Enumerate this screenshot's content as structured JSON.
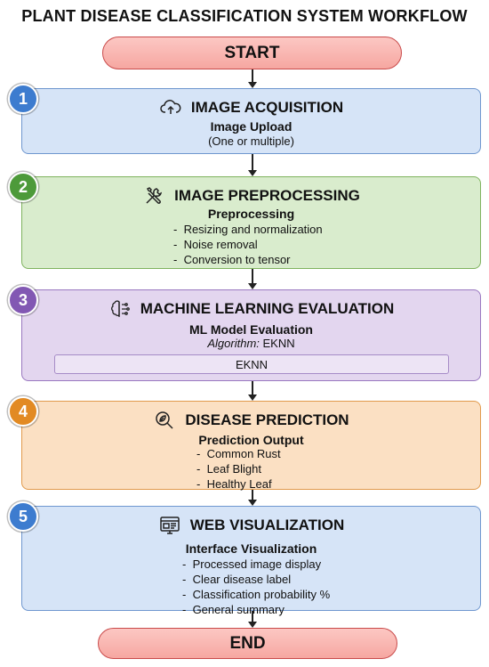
{
  "title": "PLANT DISEASE CLASSIFICATION SYSTEM WORKFLOW",
  "start": "START",
  "end": "END",
  "stages": [
    {
      "number": "1",
      "title": "IMAGE ACQUISITION",
      "icon": "cloud-upload-icon",
      "subtitle": "Image Upload",
      "note": "(One or multiple)"
    },
    {
      "number": "2",
      "title": "IMAGE PREPROCESSING",
      "icon": "wrench-screwdriver-icon",
      "subtitle": "Preprocessing",
      "items": [
        "Resizing and normalization",
        "Noise removal",
        "Conversion to tensor"
      ]
    },
    {
      "number": "3",
      "title": "MACHINE LEARNING EVALUATION",
      "icon": "brain-circuit-icon",
      "subtitle": "ML Model Evaluation",
      "algorithm_label": "Algorithm:",
      "algorithm_value": "EKNN",
      "box_text": "EKNN"
    },
    {
      "number": "4",
      "title": "DISEASE PREDICTION",
      "icon": "leaf-magnifier-icon",
      "subtitle": "Prediction Output",
      "items": [
        "Common Rust",
        "Leaf Blight",
        "Healthy Leaf"
      ]
    },
    {
      "number": "5",
      "title": "WEB VISUALIZATION",
      "icon": "web-window-icon",
      "subtitle": "Interface Visualization",
      "items": [
        "Processed image display",
        "Clear disease label",
        "Classification probability %",
        "General summary"
      ]
    }
  ],
  "colors": {
    "start_end_fill": "#f6a7a1",
    "stage1": "#d6e4f7",
    "stage2": "#d9eccd",
    "stage3": "#e3d6ef",
    "stage4": "#fbe0c3",
    "stage5": "#d6e4f7"
  }
}
